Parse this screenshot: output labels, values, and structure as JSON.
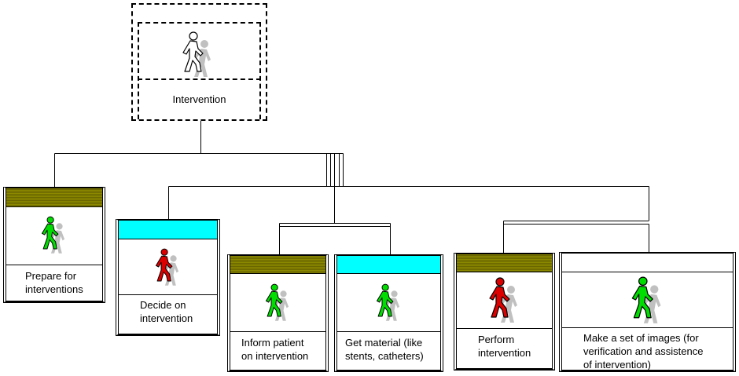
{
  "colors": {
    "olive_band": "#7a7600",
    "cyan_band": "#00ffff",
    "figure_green": "#00dd00",
    "figure_red": "#dd0000",
    "figure_white": "#ffffff",
    "figure_shadow": "#c0c0c0"
  },
  "root": {
    "label": "Intervention",
    "icon": "person-walking-icon"
  },
  "nodes": [
    {
      "id": "prepare",
      "label": "Prepare for\ninterventions",
      "band": "olive",
      "figure": "green"
    },
    {
      "id": "decide",
      "label": "Decide on\nintervention",
      "band": "cyan",
      "figure": "red"
    },
    {
      "id": "inform",
      "label": "Inform patient\non intervention",
      "band": "olive",
      "figure": "green"
    },
    {
      "id": "material",
      "label": "Get material (like\nstents, catheters)",
      "band": "cyan",
      "figure": "green"
    },
    {
      "id": "perform",
      "label": "Perform\nintervention",
      "band": "olive",
      "figure": "red"
    },
    {
      "id": "images",
      "label": "Make a set of images (for\nverification and assistence\nof intervention)",
      "band": "plain",
      "figure": "green"
    }
  ]
}
